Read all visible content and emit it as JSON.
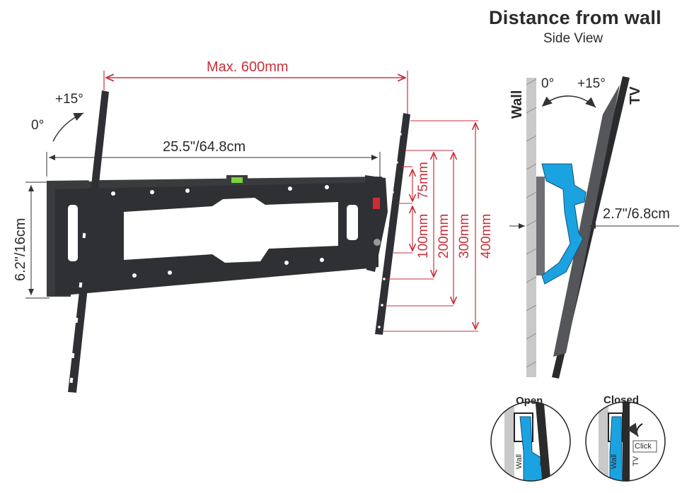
{
  "side_view": {
    "title": "Distance from wall",
    "subtitle": "Side View",
    "wall_label": "Wall",
    "tv_label": "TV",
    "angle_zero": "0°",
    "angle_tilt": "+15°",
    "depth": "2.7\"/6.8cm"
  },
  "front_view": {
    "max_width": "Max. 600mm",
    "plate_width": "25.5\"/64.8cm",
    "height": "6.2\"/16cm",
    "angle_tilt": "+15°",
    "angle_zero": "0°",
    "vesa_heights": [
      "75mm",
      "100mm",
      "200mm",
      "300mm",
      "400mm"
    ]
  },
  "closure": {
    "open_label": "Open",
    "closed_label": "Closed",
    "wall_label": "Wall",
    "tv_label": "TV",
    "click_label": "Click"
  },
  "colors": {
    "dimension": "#c7323d",
    "bracket": "#2f3033",
    "latch": "#1aa3e0",
    "wall": "#c9c9c9"
  }
}
